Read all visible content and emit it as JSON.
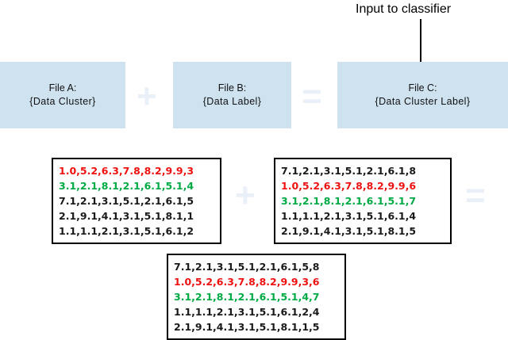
{
  "annotation": {
    "text": "Input to classifier",
    "leader_line": "vertical-line"
  },
  "colors": {
    "box_fill": "#cfe2f0",
    "operator": "#e9f0f8",
    "row_black": "#1a1a1a",
    "row_red": "#ee1111",
    "row_green": "#00aa44",
    "border": "#000000"
  },
  "operators": {
    "plus_top": "+",
    "equals_top": "=",
    "plus_middle": "+",
    "equals_right": "="
  },
  "files": [
    {
      "id": "a",
      "title": "File A:",
      "subtitle": "{Data  Cluster}"
    },
    {
      "id": "b",
      "title": "File B:",
      "subtitle": "{Data  Label}"
    },
    {
      "id": "c",
      "title": "File C:",
      "subtitle": "{Data  Cluster Label}"
    }
  ],
  "matrices": {
    "a": {
      "name": "file-a-data",
      "rows": [
        {
          "color": "red",
          "text": "1.0,5.2,6.3,7.8,8.2,9.9,3"
        },
        {
          "color": "green",
          "text": "3.1,2.1,8.1,2.1,6.1,5.1,4"
        },
        {
          "color": "black",
          "text": "7.1,2.1,3.1,5.1,2.1,6.1,5"
        },
        {
          "color": "black",
          "text": "2.1,9.1,4.1,3.1,5.1,8.1,1"
        },
        {
          "color": "black",
          "text": "1.1,1.1,2.1,3.1,5.1,6.1,2"
        }
      ]
    },
    "b": {
      "name": "file-b-data",
      "rows": [
        {
          "color": "black",
          "text": "7.1,2.1,3.1,5.1,2.1,6.1,8"
        },
        {
          "color": "red",
          "text": "1.0,5.2,6.3,7.8,8.2,9.9,6"
        },
        {
          "color": "green",
          "text": "3.1,2.1,8.1,2.1,6.1,5.1,7"
        },
        {
          "color": "black",
          "text": "1.1,1.1,2.1,3.1,5.1,6.1,4"
        },
        {
          "color": "black",
          "text": "2.1,9.1,4.1,3.1,5.1,8.1,5"
        }
      ]
    },
    "c": {
      "name": "file-c-data",
      "rows": [
        {
          "color": "black",
          "text": "7.1,2.1,3.1,5.1,2.1,6.1,5,8"
        },
        {
          "color": "red",
          "text": "1.0,5.2,6.3,7.8,8.2,9.9,3,6"
        },
        {
          "color": "green",
          "text": "3.1,2.1,8.1,2.1,6.1,5.1,4,7"
        },
        {
          "color": "black",
          "text": "1.1,1.1,2.1,3.1,5.1,6.1,2,4"
        },
        {
          "color": "black",
          "text": "2.1,9.1,4.1,3.1,5.1,8.1,1,5"
        }
      ]
    }
  }
}
